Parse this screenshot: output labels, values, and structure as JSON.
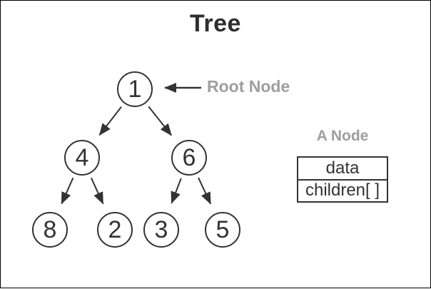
{
  "title": "Tree",
  "labels": {
    "root": "Root Node",
    "a_node": "A Node"
  },
  "tree": {
    "nodes": [
      {
        "value": "1"
      },
      {
        "value": "4"
      },
      {
        "value": "6"
      },
      {
        "value": "8"
      },
      {
        "value": "2"
      },
      {
        "value": "3"
      },
      {
        "value": "5"
      }
    ],
    "edges": [
      [
        "1",
        "4"
      ],
      [
        "1",
        "6"
      ],
      [
        "4",
        "8"
      ],
      [
        "4",
        "2"
      ],
      [
        "6",
        "3"
      ],
      [
        "6",
        "5"
      ]
    ]
  },
  "node_struct": {
    "rows": [
      "data",
      "children[ ]"
    ]
  },
  "colors": {
    "stroke": "#333333",
    "label_gray": "#9e9e9e",
    "title": "#2e2e2e"
  }
}
